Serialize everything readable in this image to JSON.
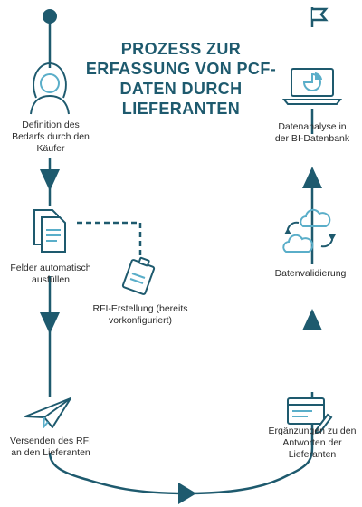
{
  "title": "PROZESS ZUR ERFASSUNG VON PCF-DATEN DURCH LIEFERANTEN",
  "colors": {
    "primary": "#1e5a6e",
    "accent": "#5aaec9",
    "text": "#2b2b2b"
  },
  "steps": [
    {
      "label": "Definition des Bedarfs durch den Käufer",
      "icon": "person-icon"
    },
    {
      "label": "Felder automatisch ausfüllen",
      "icon": "documents-icon"
    },
    {
      "label": "RFI-Erstellung (bereits vorkonfiguriert)",
      "icon": "clipboard-icon"
    },
    {
      "label": "Versenden des RFI an den Lieferanten",
      "icon": "paper-plane-icon"
    },
    {
      "label": "Ergänzungen zu den Antworten der Lieferanten",
      "icon": "form-edit-icon"
    },
    {
      "label": "Datenvalidierung",
      "icon": "cloud-sync-icon"
    },
    {
      "label": "Datenanalyse in der BI-Datenbank",
      "icon": "laptop-chart-icon"
    }
  ],
  "end_marker_icon": "flag-icon",
  "start_marker_icon": "start-dot-icon"
}
